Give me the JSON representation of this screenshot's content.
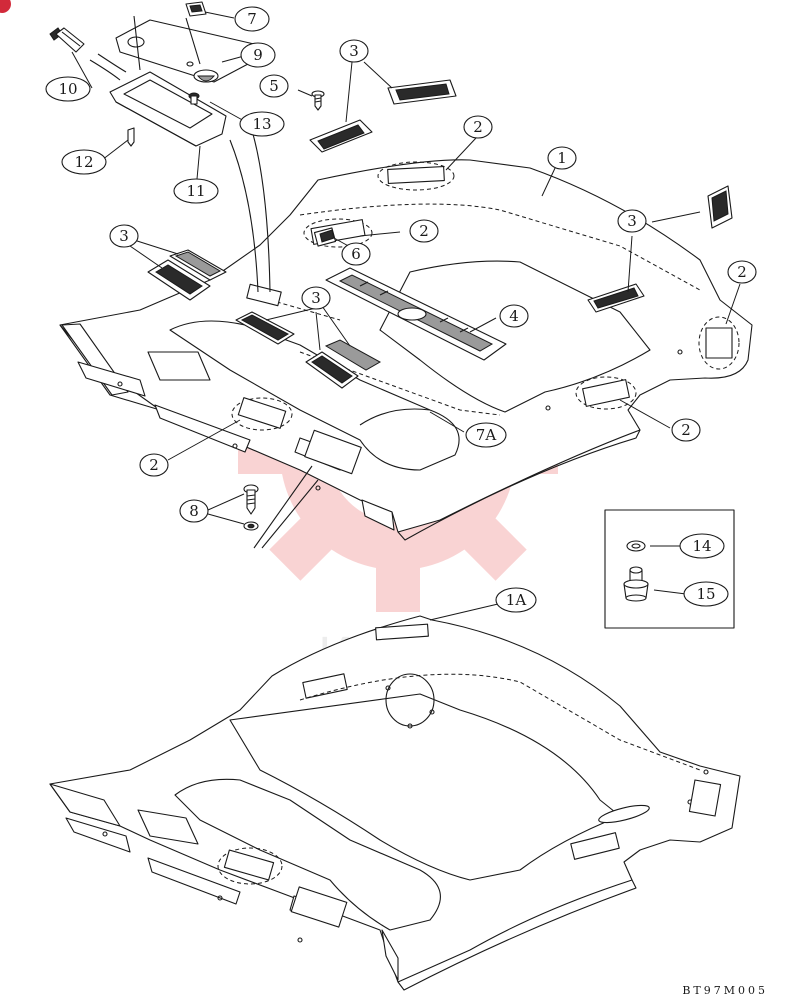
{
  "figure_code": "BT97M005",
  "watermark": {
    "text": "ИНТЕХ",
    "color": "#f2a0a0",
    "text_color": "#d8d8d8"
  },
  "callouts": [
    {
      "id": "1",
      "label": "1"
    },
    {
      "id": "1a",
      "label": "1A"
    },
    {
      "id": "2",
      "label": "2"
    },
    {
      "id": "3",
      "label": "3"
    },
    {
      "id": "4",
      "label": "4"
    },
    {
      "id": "5",
      "label": "5"
    },
    {
      "id": "6",
      "label": "6"
    },
    {
      "id": "7",
      "label": "7"
    },
    {
      "id": "7a",
      "label": "7A"
    },
    {
      "id": "8",
      "label": "8"
    },
    {
      "id": "9",
      "label": "9"
    },
    {
      "id": "10",
      "label": "10"
    },
    {
      "id": "11",
      "label": "11"
    },
    {
      "id": "12",
      "label": "12"
    },
    {
      "id": "13",
      "label": "13"
    },
    {
      "id": "14",
      "label": "14"
    },
    {
      "id": "15",
      "label": "15"
    }
  ]
}
